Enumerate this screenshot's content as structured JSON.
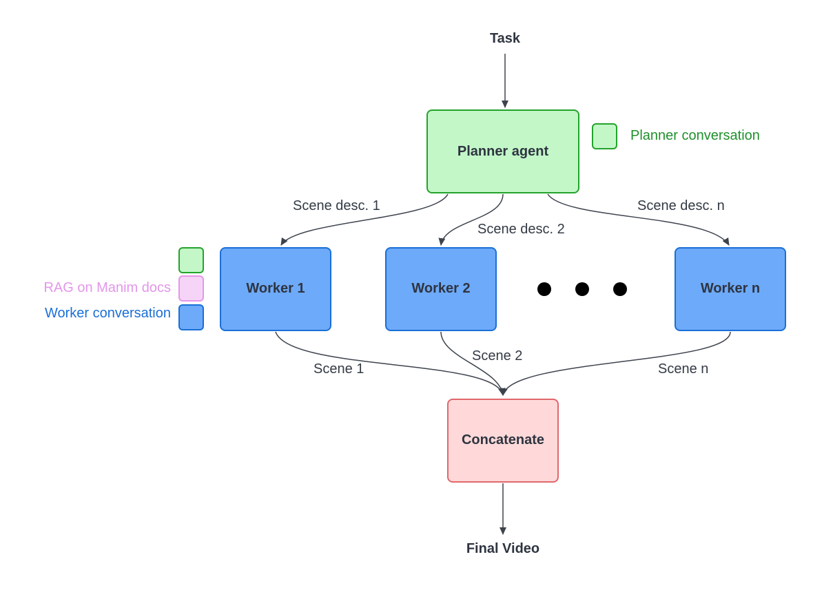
{
  "colors": {
    "planner_fill": "#c3f7c8",
    "planner_stroke": "#22a32b",
    "worker_fill": "#6daaf9",
    "worker_stroke": "#1a6fd6",
    "concat_fill": "#ffd9d9",
    "concat_stroke": "#e0676b",
    "rag_fill": "#f5d4f7",
    "rag_stroke": "#e596ea",
    "edge": "#3d434d",
    "legend_planner_text": "#1f8f2c",
    "legend_rag_text": "#e396ea",
    "legend_worker_text": "#1a6fd6"
  },
  "input": {
    "label": "Task"
  },
  "output": {
    "label": "Final Video"
  },
  "nodes": {
    "planner": "Planner agent",
    "worker1": "Worker 1",
    "worker2": "Worker 2",
    "workern": "Worker n",
    "concat": "Concatenate"
  },
  "edges": {
    "desc1": "Scene desc. 1",
    "desc2": "Scene desc. 2",
    "descn": "Scene desc. n",
    "scene1": "Scene 1",
    "scene2": "Scene 2",
    "scenen": "Scene n"
  },
  "legend": {
    "planner": "Planner conversation",
    "rag": "RAG on Manim docs",
    "worker": "Worker conversation"
  }
}
